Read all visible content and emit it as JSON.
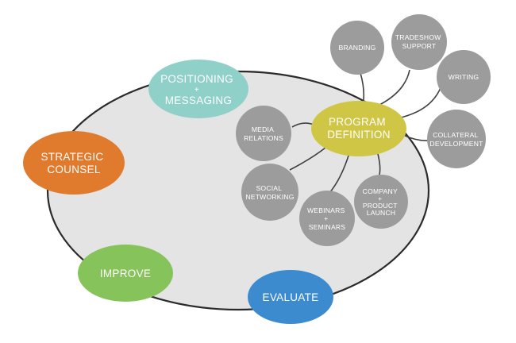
{
  "cycle_nodes": {
    "positioning": {
      "lines": [
        "POSITIONING",
        "+",
        "MESSAGING"
      ],
      "color": "#8fd0c9"
    },
    "strategic": {
      "lines": [
        "STRATEGIC",
        "COUNSEL"
      ],
      "color": "#e07b2e"
    },
    "improve": {
      "lines": [
        "IMPROVE"
      ],
      "color": "#86c35a"
    },
    "evaluate": {
      "lines": [
        "EVALUATE"
      ],
      "color": "#3d8bcf"
    }
  },
  "program_definition": {
    "lines": [
      "PROGRAM",
      "DEFINITION"
    ],
    "color": "#cfc646"
  },
  "tactics": {
    "branding": {
      "lines": [
        "BRANDING"
      ]
    },
    "tradeshow": {
      "lines": [
        "TRADESHOW",
        "SUPPORT"
      ]
    },
    "writing": {
      "lines": [
        "WRITING"
      ]
    },
    "collateral": {
      "lines": [
        "COLLATERAL",
        "DEVELOPMENT"
      ]
    },
    "media": {
      "lines": [
        "MEDIA",
        "RELATIONS"
      ]
    },
    "social": {
      "lines": [
        "SOCIAL",
        "NETWORKING"
      ]
    },
    "webinars": {
      "lines": [
        "WEBINARS",
        "+",
        "SEMINARS"
      ]
    },
    "company": {
      "lines": [
        "COMPANY",
        "+",
        "PRODUCT",
        "LAUNCH"
      ]
    }
  },
  "colors": {
    "base_ellipse": "#e4e4e4",
    "outline": "#2b2b2b",
    "tactic_circle": "#9c9c9c"
  }
}
